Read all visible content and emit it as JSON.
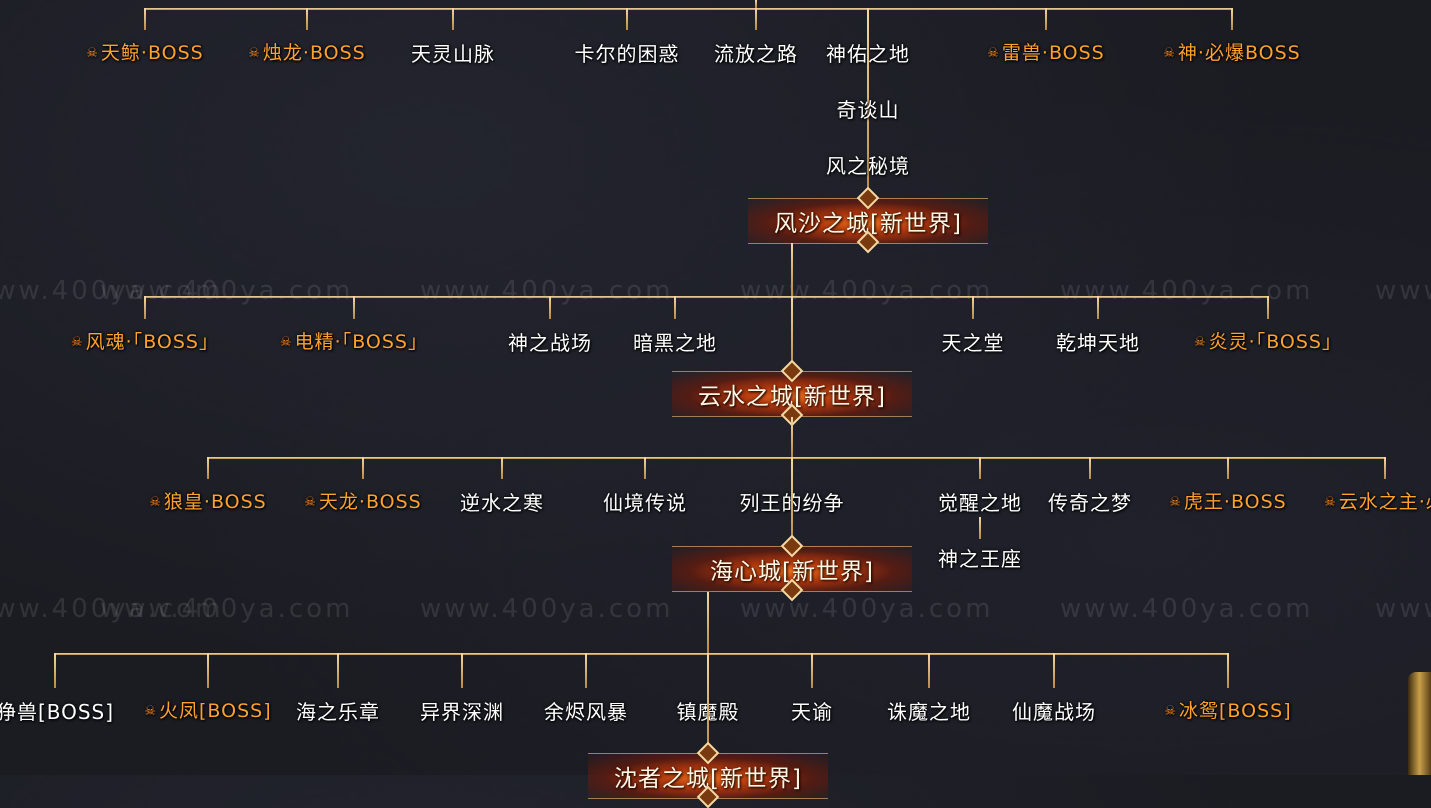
{
  "watermark": "www.400ya.com",
  "rows": [
    {
      "nodes": [
        {
          "label": "天鲸·BOSS",
          "boss": true
        },
        {
          "label": "烛龙·BOSS",
          "boss": true
        },
        {
          "label": "天灵山脉",
          "boss": false
        },
        {
          "label": "卡尔的困惑",
          "boss": false
        },
        {
          "label": "流放之路",
          "boss": false
        },
        {
          "label": "神佑之地",
          "boss": false
        },
        {
          "label": "雷兽·BOSS",
          "boss": true
        },
        {
          "label": "神·必爆BOSS",
          "boss": true
        }
      ],
      "chain": [
        "奇谈山",
        "风之秘境"
      ],
      "city": "风沙之城[新世界]"
    },
    {
      "nodes": [
        {
          "label": "风魂·「BOSS」",
          "boss": true
        },
        {
          "label": "电精·「BOSS」",
          "boss": true
        },
        {
          "label": "神之战场",
          "boss": false
        },
        {
          "label": "暗黑之地",
          "boss": false
        },
        {
          "label": "天之堂",
          "boss": false
        },
        {
          "label": "乾坤天地",
          "boss": false
        },
        {
          "label": "炎灵·「BOSS」",
          "boss": true
        }
      ],
      "city": "云水之城[新世界]"
    },
    {
      "nodes": [
        {
          "label": "狼皇·BOSS",
          "boss": true
        },
        {
          "label": "天龙·BOSS",
          "boss": true
        },
        {
          "label": "逆水之寒",
          "boss": false
        },
        {
          "label": "仙境传说",
          "boss": false
        },
        {
          "label": "列王的纷争",
          "boss": false
        },
        {
          "label": "觉醒之地",
          "boss": false
        },
        {
          "label": "传奇之梦",
          "boss": false
        },
        {
          "label": "虎王·BOSS",
          "boss": true
        },
        {
          "label": "云水之主·必",
          "boss": true
        }
      ],
      "sub": "神之王座",
      "city": "海心城[新世界]"
    },
    {
      "nodes": [
        {
          "label": "狰兽[BOSS]",
          "boss": false
        },
        {
          "label": "火凤[BOSS]",
          "boss": true
        },
        {
          "label": "海之乐章",
          "boss": false
        },
        {
          "label": "异界深渊",
          "boss": false
        },
        {
          "label": "余烬风暴",
          "boss": false
        },
        {
          "label": "镇魔殿",
          "boss": false
        },
        {
          "label": "天谕",
          "boss": false
        },
        {
          "label": "诛魔之地",
          "boss": false
        },
        {
          "label": "仙魔战场",
          "boss": false
        },
        {
          "label": "冰鸳[BOSS]",
          "boss": true
        }
      ],
      "city": "沈者之城[新世界]"
    }
  ]
}
